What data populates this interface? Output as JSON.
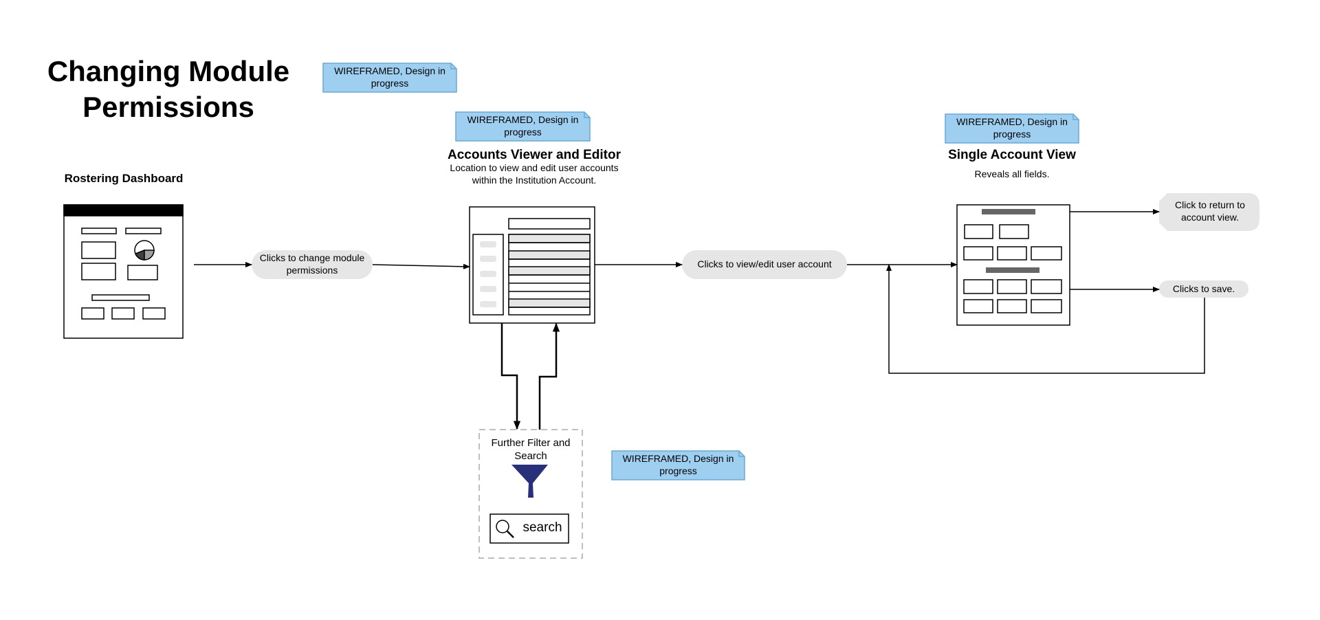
{
  "title": "Changing Module\nPermissions",
  "notes": [
    "WIREFRAMED, Design in\nprogress",
    "WIREFRAMED, Design in\nprogress",
    "WIREFRAMED, Design in\nprogress",
    "WIREFRAMED, Design in\nprogress"
  ],
  "rostering": {
    "title": "Rostering Dashboard"
  },
  "accounts": {
    "title": "Accounts Viewer and Editor",
    "description": "Location to view and edit user accounts\nwithin the Institution Account."
  },
  "single": {
    "title": "Single Account View",
    "description": "Reveals all fields."
  },
  "actions": {
    "change_permissions": "Clicks to change module\npermissions",
    "view_edit": "Clicks to view/edit user account",
    "return": "Click to return to\naccount view.",
    "save": "Clicks to save."
  },
  "filter": {
    "title": "Further Filter and\nSearch",
    "search_label": "search"
  },
  "colors": {
    "note_fill": "#9ecff1",
    "note_stroke": "#6aa8d3",
    "pill_fill": "#e6e6e6",
    "funnel": "#29307a",
    "wire_fill": "#808080"
  }
}
